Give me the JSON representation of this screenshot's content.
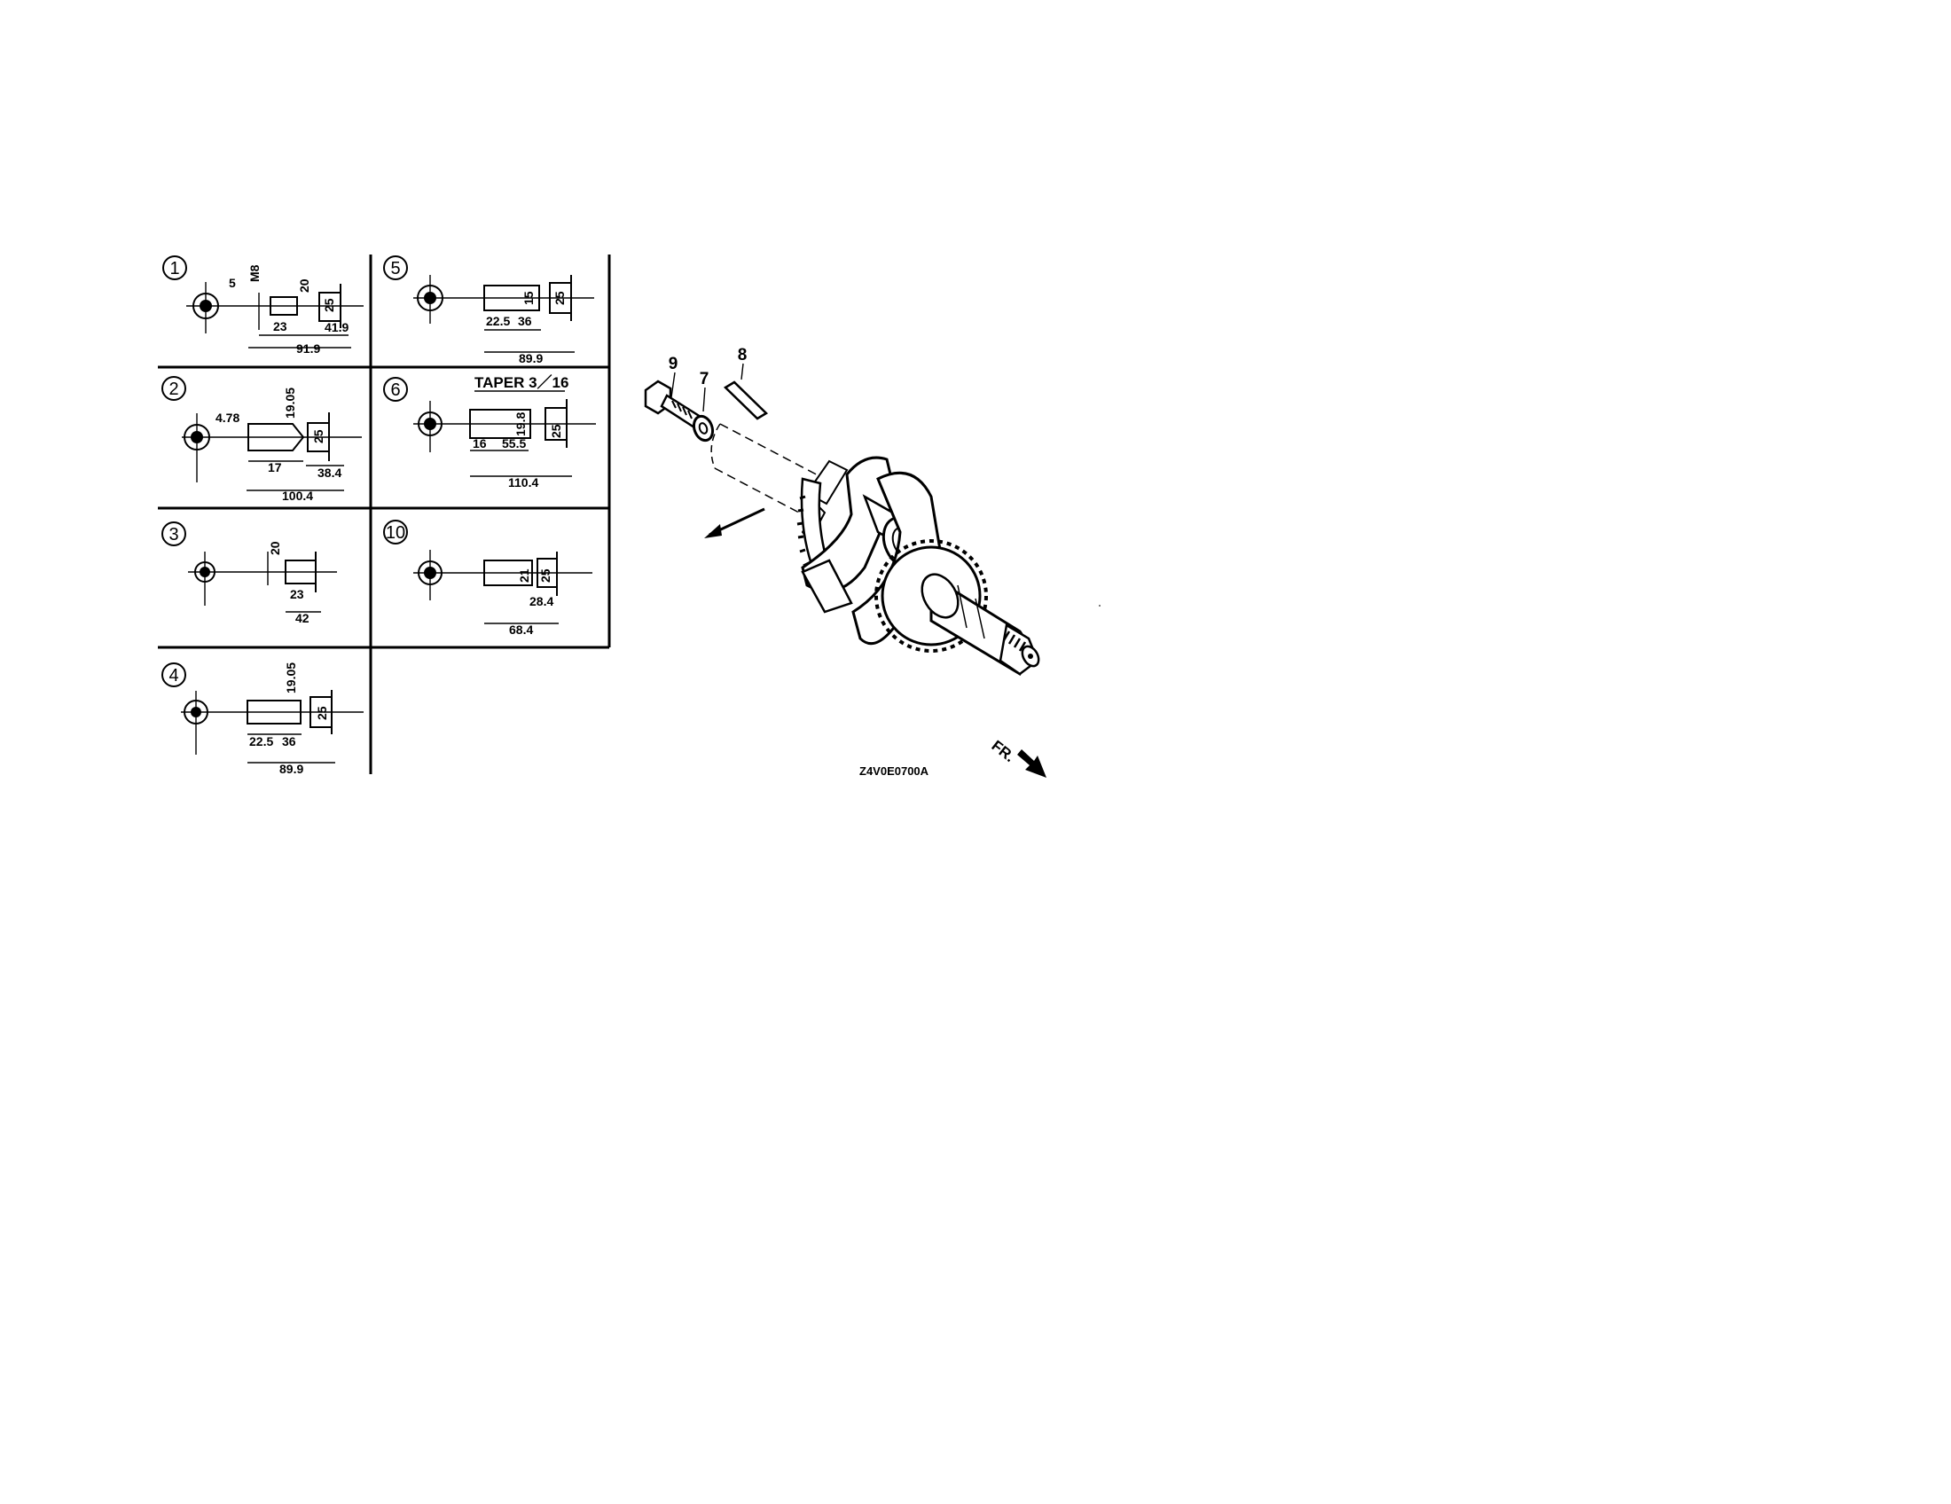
{
  "panels": [
    {
      "id": "1",
      "dims": [
        "5",
        "M8",
        "20",
        "25",
        "23",
        "41.9",
        "91.9"
      ]
    },
    {
      "id": "2",
      "dims": [
        "4.78",
        "19.05",
        "25",
        "17",
        "38.4",
        "100.4"
      ]
    },
    {
      "id": "3",
      "dims": [
        "20",
        "23",
        "42"
      ]
    },
    {
      "id": "4",
      "dims": [
        "19.05",
        "25",
        "22.5",
        "36",
        "89.9"
      ]
    },
    {
      "id": "5",
      "dims": [
        "15",
        "25",
        "22.5",
        "36",
        "89.9"
      ]
    },
    {
      "id": "6",
      "dims": [
        "19.8",
        "25",
        "16",
        "55.5",
        "110.4"
      ],
      "taper": "TAPER 3／16"
    },
    {
      "id": "10",
      "dims": [
        "21",
        "25",
        "28.4",
        "68.4"
      ]
    }
  ],
  "callouts": [
    "9",
    "7",
    "8"
  ],
  "diagram_code": "Z4V0E0700A",
  "direction_label": "FR."
}
